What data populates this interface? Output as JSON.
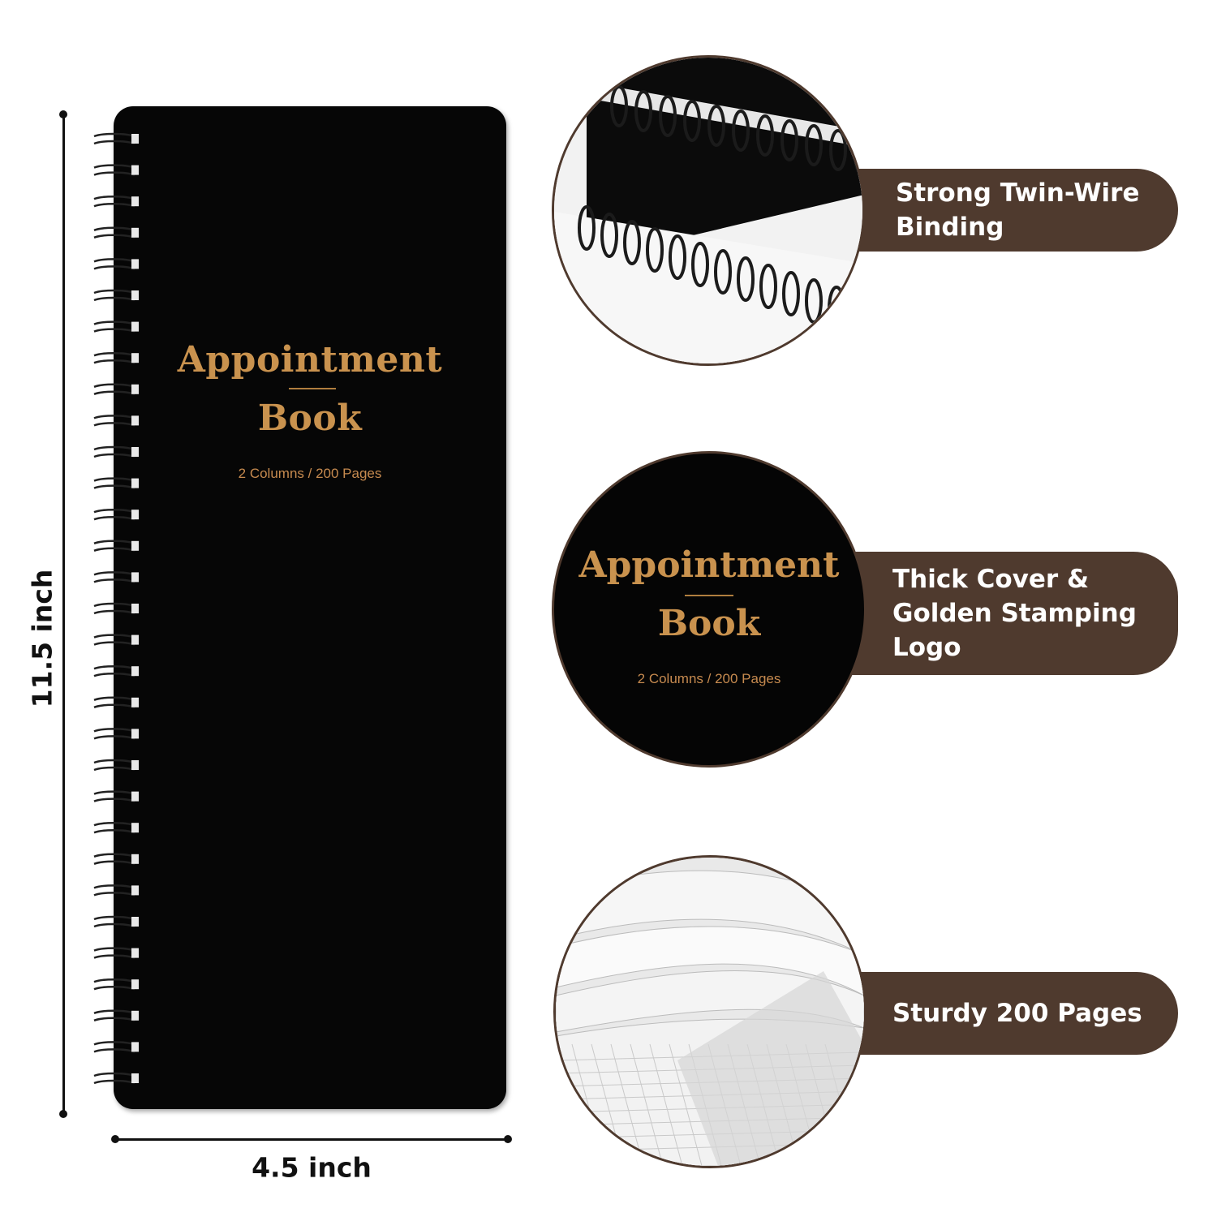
{
  "dimensions": {
    "height_label": "11.5 inch",
    "width_label": "4.5 inch"
  },
  "cover": {
    "title_line1": "Appointment",
    "title_line2": "Book",
    "subtitle": "2 Columns / 200 Pages"
  },
  "features": [
    {
      "label": "Strong Twin-Wire\nBinding",
      "icon": "twin-wire-binding-closeup"
    },
    {
      "label": "Thick Cover &\nGolden Stamping\nLogo",
      "icon": "cover-logo-closeup",
      "inset_title_line1": "Appointment",
      "inset_title_line2": "Book",
      "inset_subtitle": "2 Columns / 200 Pages"
    },
    {
      "label": "Sturdy 200 Pages",
      "icon": "pages-closeup"
    }
  ],
  "colors": {
    "gold": "#c9924e",
    "callout_brown": "#4f3a2e",
    "cover_black": "#060606"
  }
}
